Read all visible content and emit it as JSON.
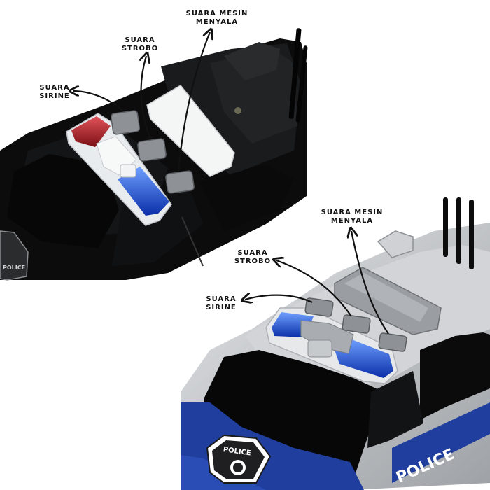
{
  "top_panel": {
    "labels": {
      "sirine": [
        "SUARA",
        "SIRINE"
      ],
      "strobo": [
        "SUARA",
        "STROBO"
      ],
      "mesin": [
        "SUARA MESIN",
        "MENYALA"
      ]
    },
    "badge_text": "POLICE"
  },
  "bottom_panel": {
    "labels": {
      "sirine": [
        "SUARA",
        "SIRINE"
      ],
      "strobo": [
        "SUARA",
        "STROBO"
      ],
      "mesin": [
        "SUARA MESIN",
        "MENYALA"
      ]
    },
    "badge_text": "POLICE",
    "side_text": "POLICE"
  },
  "colors": {
    "black_car": "#0c0c0d",
    "silver_car": "#c2c4c7",
    "blue_stripe": "#1f3e9e",
    "light_red": "#b8232a",
    "light_blue": "#1d4fd8",
    "button_grey": "#8e9296"
  }
}
